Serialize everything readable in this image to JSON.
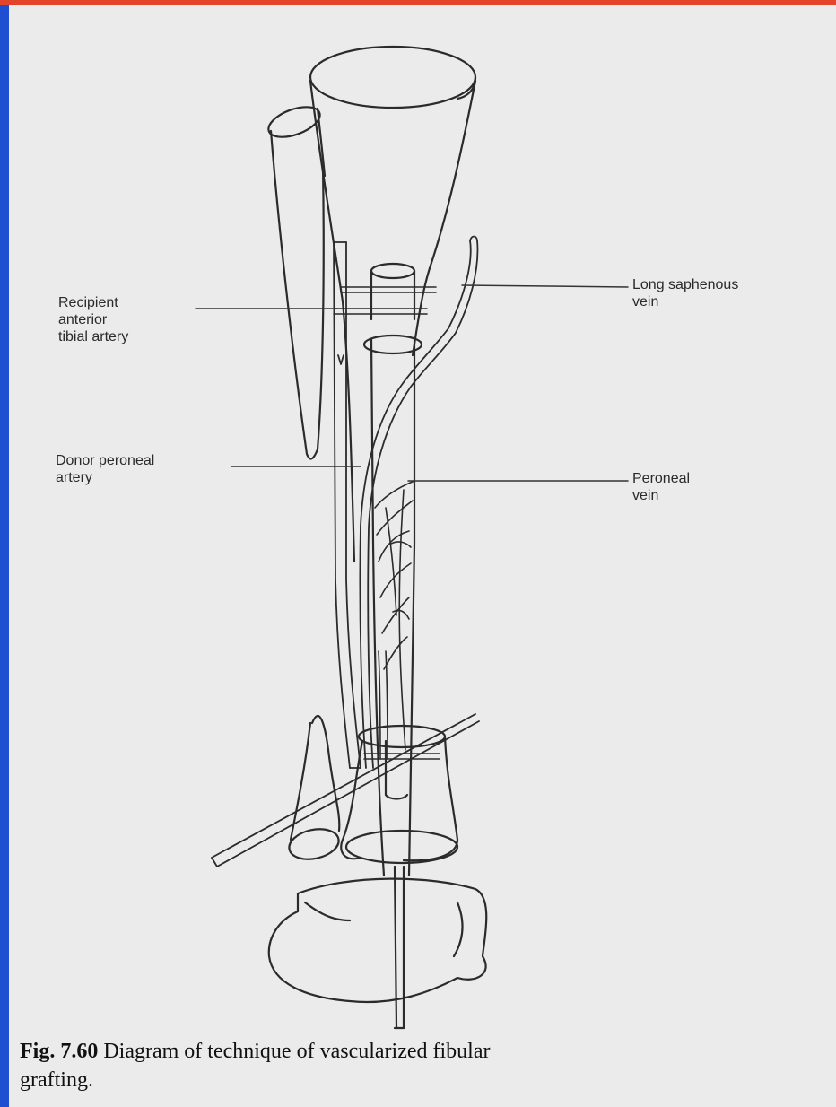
{
  "labels": {
    "recipient_artery": "Recipient\nanterior\ntibial artery",
    "long_saphenous_vein": "Long saphenous\nvein",
    "donor_peroneal_artery": "Donor peroneal\nartery",
    "peroneal_vein": "Peroneal\nvein"
  },
  "caption": {
    "figure_number": "Fig. 7.60",
    "text": "Diagram of technique of vascularized fibular\ngrafting."
  },
  "colors": {
    "frame_accent": "#1d4fd0",
    "top_border": "#e2452a",
    "paper": "#ebebeb",
    "ink": "#2a2a2a"
  }
}
